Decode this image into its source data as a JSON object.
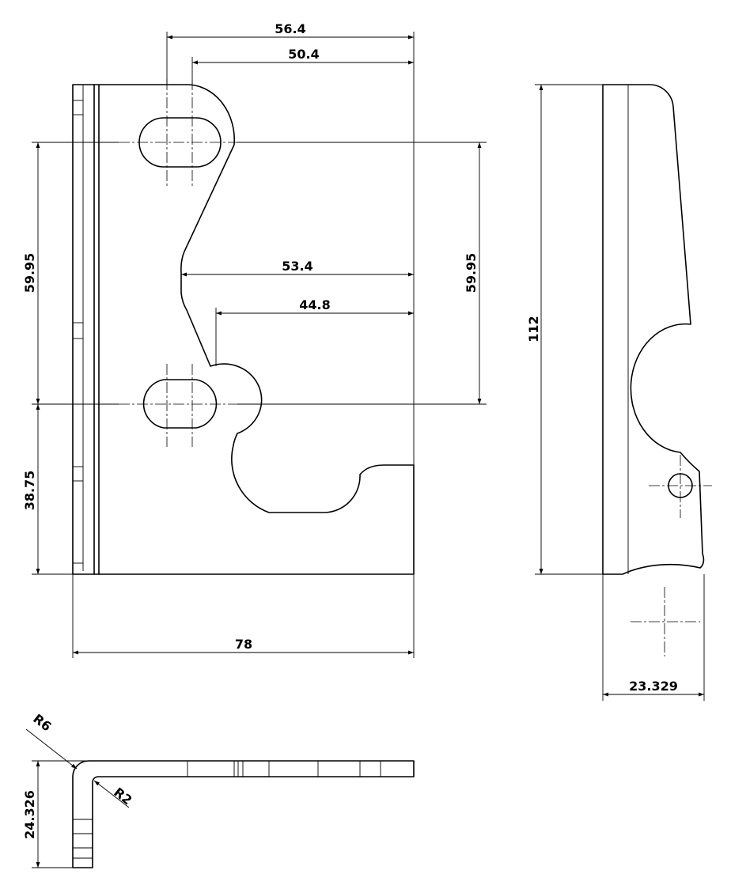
{
  "dimensions": {
    "top_width_outer": "56.4",
    "top_width_inner": "50.4",
    "mid_width_outer": "53.4",
    "mid_width_inner": "44.8",
    "slot_spacing_left": "59.95",
    "slot_spacing_right": "59.95",
    "bottom_offset": "38.75",
    "overall_width": "78",
    "side_height": "112",
    "side_width": "23.329",
    "flange_height": "24.326",
    "outer_radius": "R6",
    "inner_radius": "R2"
  },
  "colors": {
    "line": "#000000",
    "background": "#ffffff"
  }
}
